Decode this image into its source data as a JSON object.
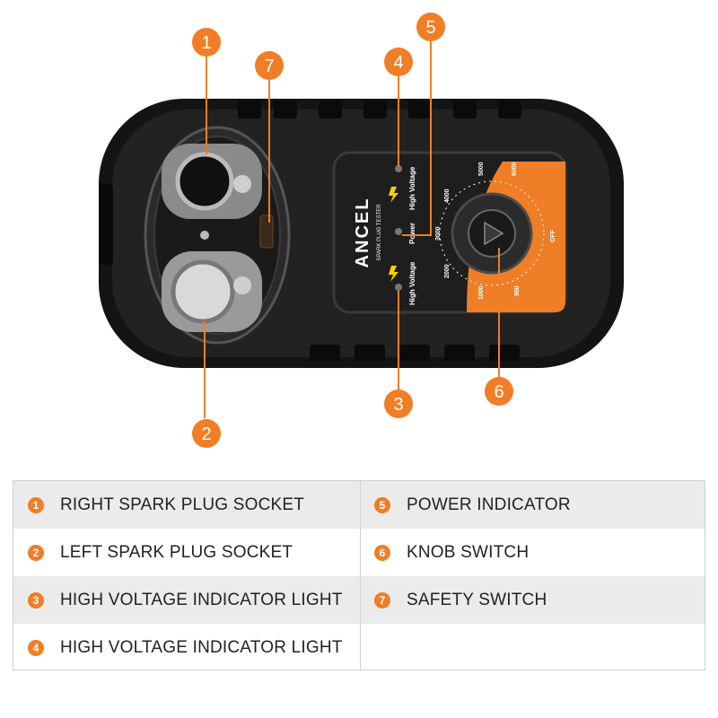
{
  "callouts": [
    "1",
    "2",
    "3",
    "4",
    "5",
    "6",
    "7"
  ],
  "device": {
    "brand": "ANCEL",
    "product": "SPARK PLUG TESTER",
    "hv_label": "High Voltage",
    "power_label": "Power",
    "dial_ticks": [
      "1000",
      "2000",
      "3000",
      "4000",
      "5000",
      "6000",
      "500"
    ],
    "off_label": "OFF"
  },
  "legend": {
    "rows": [
      {
        "left": {
          "num": "1",
          "label": "RIGHT SPARK PLUG SOCKET"
        },
        "right": {
          "num": "5",
          "label": "POWER INDICATOR"
        }
      },
      {
        "left": {
          "num": "2",
          "label": "LEFT SPARK PLUG SOCKET"
        },
        "right": {
          "num": "6",
          "label": "KNOB SWITCH"
        }
      },
      {
        "left": {
          "num": "3",
          "label": "HIGH VOLTAGE INDICATOR LIGHT"
        },
        "right": {
          "num": "7",
          "label": "SAFETY SWITCH"
        }
      },
      {
        "left": {
          "num": "4",
          "label": "HIGH VOLTAGE INDICATOR LIGHT"
        },
        "right": {
          "num": "",
          "label": ""
        }
      }
    ]
  },
  "colors": {
    "accent": "#f07e26",
    "body": "#1c1c1c",
    "row_shade": "#ebebeb"
  }
}
